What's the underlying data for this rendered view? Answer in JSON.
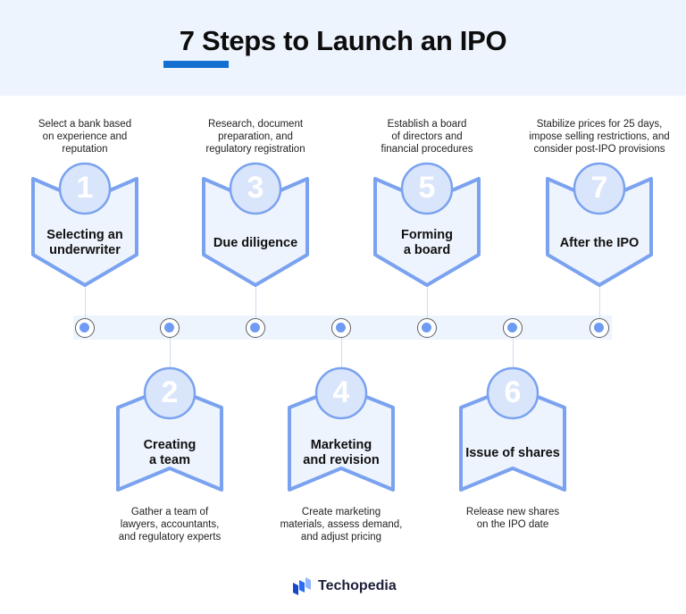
{
  "header": {
    "title": "7 Steps to Launch an IPO",
    "underline_color": "#1470d0",
    "background": "#eef4fd"
  },
  "colors": {
    "shape_fill": "#eef4fd",
    "shape_stroke": "#7aa2ef",
    "circle_fill": "#d9e5fb",
    "dot_fill": "#6f9cf2",
    "timeline_band": "#eef4fd"
  },
  "steps": [
    {
      "number": "1",
      "title": "Selecting an underwriter",
      "title_lines": [
        "Selecting an",
        "underwriter"
      ],
      "description_lines": [
        "Select a bank based",
        "on experience and",
        "reputation"
      ],
      "position": "top"
    },
    {
      "number": "2",
      "title": "Creating a team",
      "title_lines": [
        "Creating",
        "a team"
      ],
      "description_lines": [
        "Gather a team of",
        "lawyers, accountants,",
        "and regulatory experts"
      ],
      "position": "bottom"
    },
    {
      "number": "3",
      "title": "Due diligence",
      "title_lines": [
        "Due diligence"
      ],
      "description_lines": [
        "Research, document",
        "preparation, and",
        "regulatory registration"
      ],
      "position": "top"
    },
    {
      "number": "4",
      "title": "Marketing and revision",
      "title_lines": [
        "Marketing",
        "and revision"
      ],
      "description_lines": [
        "Create marketing",
        "materials, assess demand,",
        "and adjust pricing"
      ],
      "position": "bottom"
    },
    {
      "number": "5",
      "title": "Forming a board",
      "title_lines": [
        "Forming",
        "a board"
      ],
      "description_lines": [
        "Establish a board",
        "of directors and",
        "financial procedures"
      ],
      "position": "top"
    },
    {
      "number": "6",
      "title": "Issue of shares",
      "title_lines": [
        "Issue of shares"
      ],
      "description_lines": [
        "Release new shares",
        "on the IPO date"
      ],
      "position": "bottom"
    },
    {
      "number": "7",
      "title": "After the IPO",
      "title_lines": [
        "After the IPO"
      ],
      "description_lines": [
        "Stabilize prices for 25 days,",
        "impose selling restrictions, and",
        "consider post-IPO provisions"
      ],
      "position": "top"
    }
  ],
  "footer": {
    "logo_text": "Techopedia",
    "logo_icon": "techopedia-logo-icon"
  }
}
